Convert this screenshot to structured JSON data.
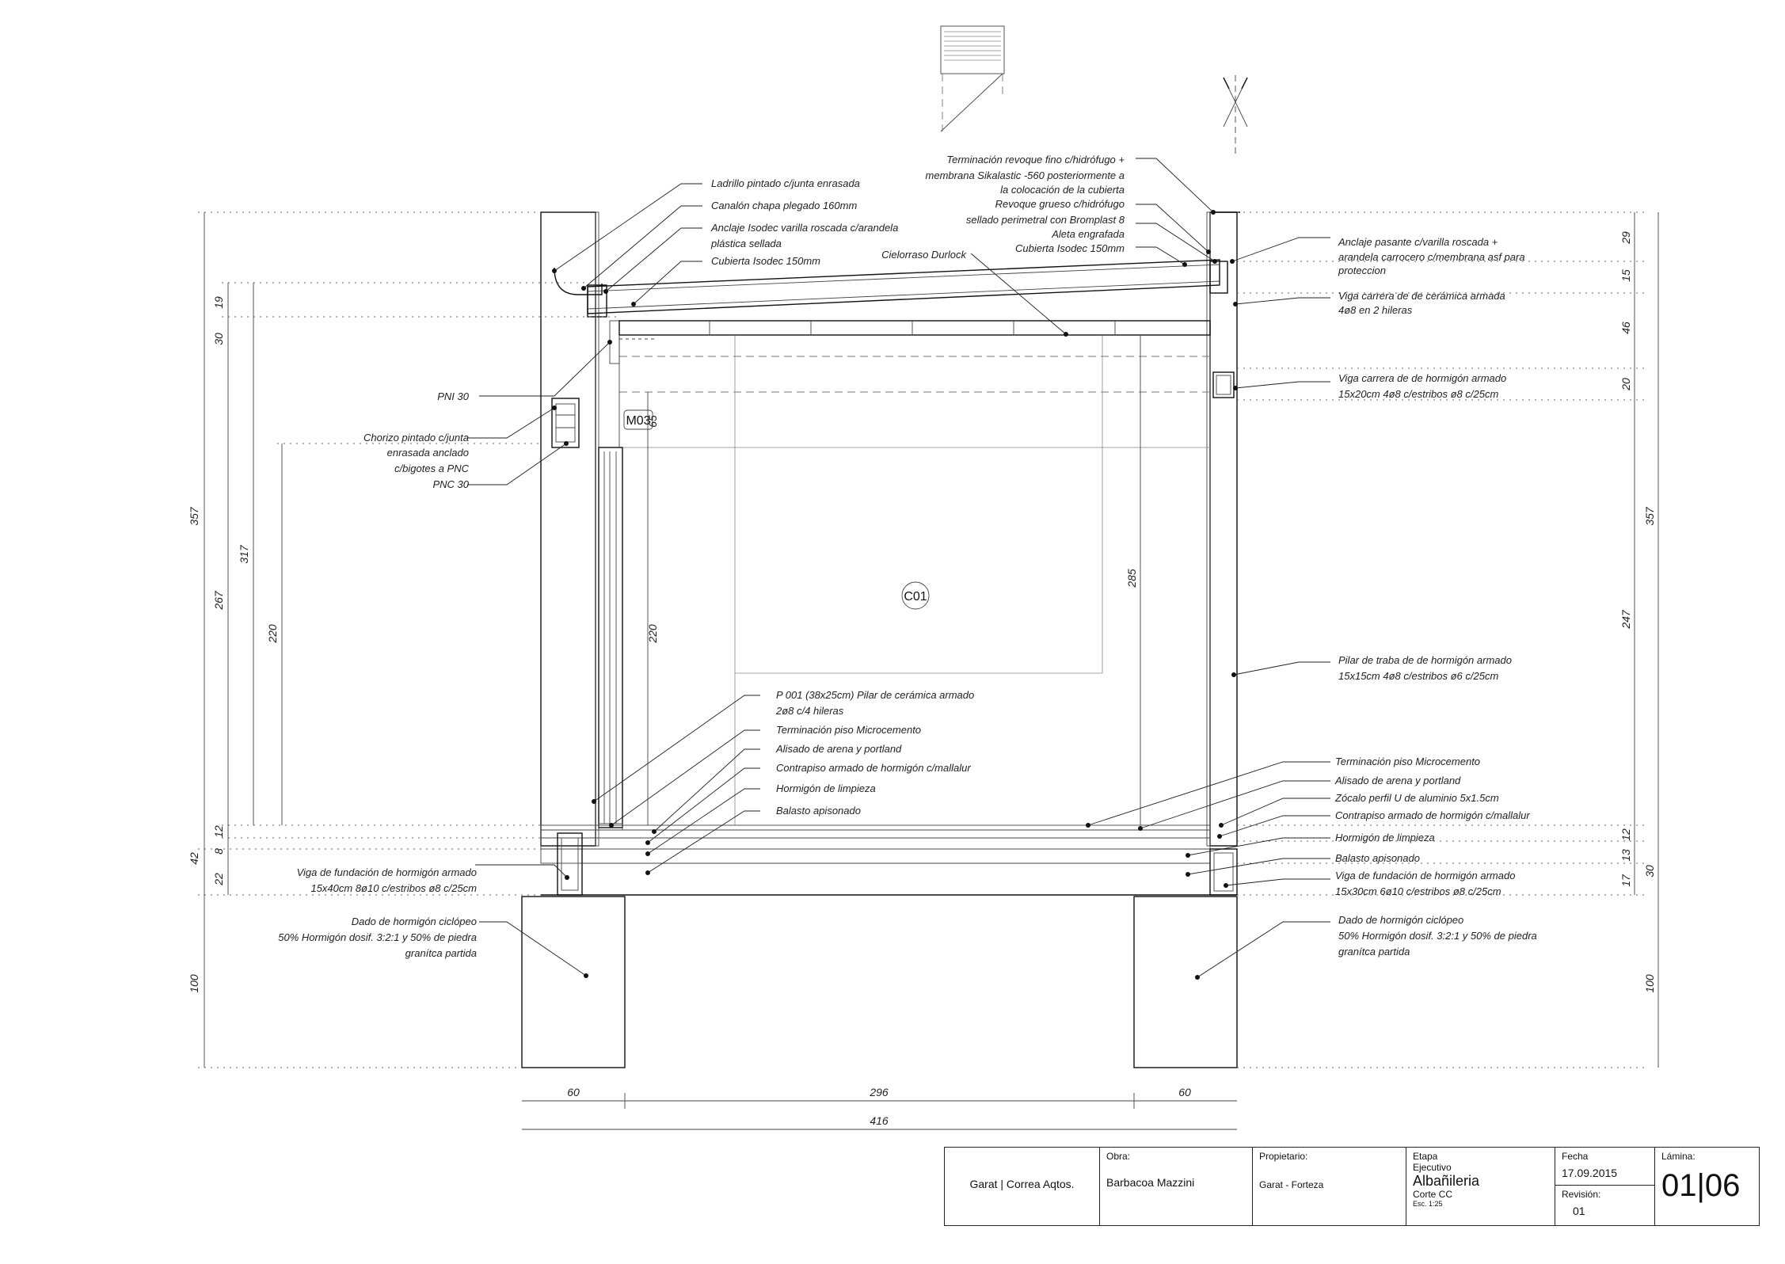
{
  "drawing": {
    "room_tag": "C01",
    "window_tag": "M03",
    "left_annotations": {
      "ladrillo": "Ladrillo pintado c/junta enrasada",
      "canalon": "Canalón chapa plegado 160mm",
      "anclaje_1": "Anclaje Isodec varilla roscada c/arandela",
      "anclaje_2": "plástica sellada",
      "cubierta": "Cubierta Isodec 150mm",
      "cielorraso": "Cielorraso Durlock",
      "pni": "PNI 30",
      "chorizo_1": "Chorizo pintado c/junta",
      "chorizo_2": "enrasada anclado",
      "chorizo_3": "c/bigotes a PNC",
      "pnc": "PNC 30",
      "p001_1": "P 001 (38x25cm) Pilar de cerámica armado",
      "p001_2": "2ø8 c/4 hileras",
      "piso": "Terminación piso Microcemento",
      "alisado": "Alisado de arena y portland",
      "contrapiso": "Contrapiso armado de hormigón c/mallalur",
      "limpieza": "Hormigón de limpieza",
      "balasto": "Balasto apisonado",
      "viga_fund_1": "Viga de fundación de hormigón armado",
      "viga_fund_2": "15x40cm 8ø10 c/estribos ø8 c/25cm",
      "dado_1": "Dado de hormigón ciclópeo",
      "dado_2": "50% Hormigón dosif. 3:2:1 y 50% de piedra",
      "dado_3": "granítca partida"
    },
    "top_annotations": {
      "revoque_fino_1": "Terminación revoque fino c/hidrófugo +",
      "revoque_fino_2": "membrana Sikalastic -560 posteriormente a",
      "revoque_fino_3": "la colocación de la cubierta",
      "revoque_grueso_1": "Revoque grueso c/hidrófugo",
      "revoque_grueso_2": "sellado perimetral con Bromplast 8",
      "aleta": "Aleta engrafada",
      "cubierta": "Cubierta Isodec 150mm"
    },
    "right_annotations": {
      "anclaje_1": "Anclaje pasante c/varilla roscada +",
      "anclaje_2": "arandela carrocero c/membrana asf para",
      "anclaje_3": "proteccion",
      "viga_ceramica_1": "Viga carrera de de cerámica armada",
      "viga_ceramica_2": "4ø8 en 2 hileras",
      "viga_hormigon_1": "Viga carrera de de hormigón armado",
      "viga_hormigon_2": "15x20cm 4ø8 c/estribos ø8 c/25cm",
      "pilar_1": "Pilar de traba de de hormigón armado",
      "pilar_2": "15x15cm 4ø8 c/estribos ø6 c/25cm",
      "piso": "Terminación piso Microcemento",
      "alisado": "Alisado de arena y portland",
      "zocalo": "Zócalo perfil U de aluminio 5x1.5cm",
      "contrapiso": "Contrapiso armado de hormigón c/mallalur",
      "limpieza": "Hormigón de limpieza",
      "balasto": "Balasto apisonado",
      "viga_fund_1": "Viga de fundación de hormigón armado",
      "viga_fund_2": "15x30cm 6ø10 c/estribos ø8 c/25cm",
      "dado_1": "Dado de hormigón ciclópeo",
      "dado_2": "50% Hormigón dosif. 3:2:1 y 50% de piedra",
      "dado_3": "granítca partida"
    },
    "dimensions": {
      "left_outer": [
        "357",
        "42",
        "100"
      ],
      "left_mid": [
        "19",
        "30",
        "267",
        "8",
        "22"
      ],
      "left_317": "317",
      "left_220": "220",
      "left_12": "12",
      "door_65": "65",
      "door_220": "220",
      "inner_285": "285",
      "right_mid": [
        "29",
        "15",
        "46",
        "20",
        "247",
        "12",
        "13",
        "17"
      ],
      "right_outer": [
        "357",
        "30",
        "100"
      ],
      "bottom": [
        "60",
        "296",
        "60"
      ],
      "bottom_total": "416"
    }
  },
  "title_block": {
    "firm": "Garat | Correa Aqtos.",
    "obra_label": "Obra:",
    "obra_value": "Barbacoa Mazzini",
    "propietario_label": "Propietario:",
    "propietario_value": "Garat - Forteza",
    "etapa_label": "Etapa",
    "etapa_value": "Ejecutivo",
    "rubro": "Albañileria",
    "corte": "Corte CC",
    "escala": "Esc. 1:25",
    "fecha_label": "Fecha",
    "fecha_value": "17.09.2015",
    "revision_label": "Revisión:",
    "revision_value": "01",
    "lamina_label": "Lámina:",
    "lamina_value": "01|06"
  }
}
